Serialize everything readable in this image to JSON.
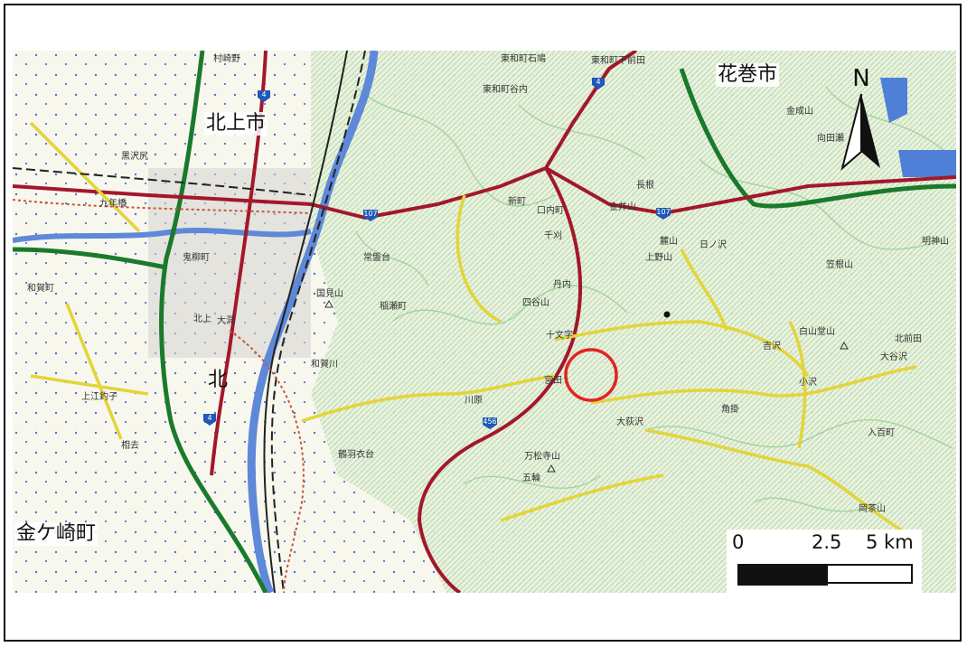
{
  "map": {
    "city_labels": {
      "kitakami": "北上市",
      "hanamaki": "花巻市",
      "kanegasaki": "金ケ崎町",
      "kita": "北"
    },
    "north_arrow": {
      "label": "N",
      "icon": "north-arrow-icon"
    },
    "scale_bar": {
      "ticks": [
        "0",
        "2.5",
        "5 km"
      ]
    },
    "place_labels": [
      "村崎野",
      "東和町石鳩",
      "東和町下前田",
      "東和町谷内",
      "北上市",
      "新町",
      "口内町",
      "千刈",
      "長根",
      "金井山",
      "麓山",
      "日ノ沢",
      "上野山",
      "丹内",
      "四谷山",
      "十文字",
      "九年橋",
      "常盤台",
      "鬼柳町",
      "稲瀬町",
      "国見山",
      "大洞",
      "和賀町",
      "上江釣子",
      "宮田",
      "川原",
      "北上",
      "相去",
      "鶴羽衣台",
      "万松寺山",
      "五輪",
      "大荻沢",
      "小沢",
      "明神山",
      "笠根山",
      "白山堂山",
      "北前田",
      "大谷沢",
      "入百町",
      "和賀川",
      "花巻市",
      "金成山",
      "向田瀬",
      "吉沢",
      "角掛",
      "岡茶山",
      "上野山",
      "黒沢尻"
    ],
    "road_markers": [
      "4",
      "4",
      "107",
      "107",
      "456",
      "4"
    ],
    "highlight": {
      "type": "circle",
      "color": "#e32323"
    },
    "colors": {
      "contour": "#9ed39a",
      "road_main": "#a3172b",
      "road_secondary": "#e3d43a",
      "expressway": "#1a7a2b",
      "river": "#5e88d8",
      "rail": "#222222",
      "boundary": "#c8543a"
    }
  }
}
